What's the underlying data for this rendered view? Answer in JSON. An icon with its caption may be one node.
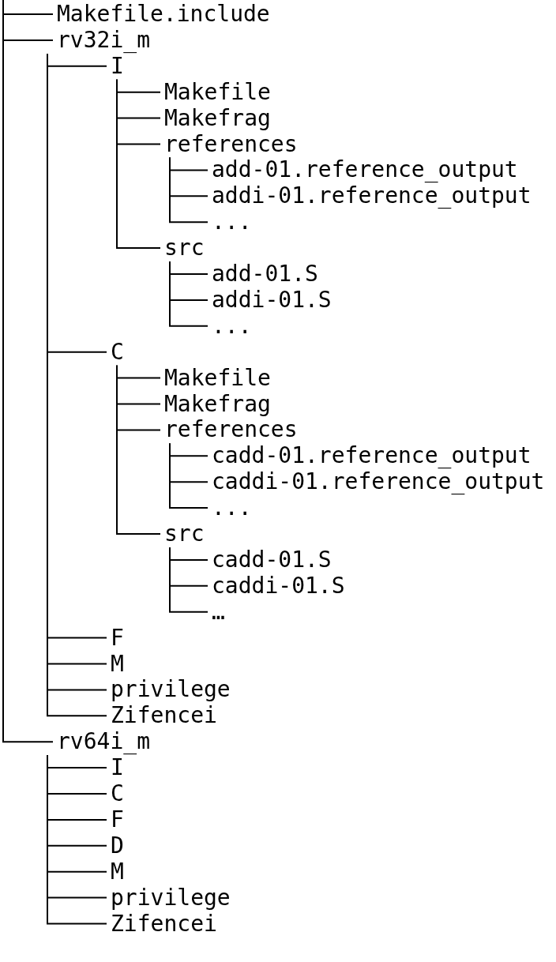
{
  "diagram": {
    "nodes": [
      {
        "text": [
          "Makefile.include"
        ]
      },
      {
        "text": [
          "rv32i_m"
        ]
      },
      {
        "text": [
          "I"
        ]
      },
      {
        "text": [
          "Makefile"
        ]
      },
      {
        "text": [
          "Makefrag"
        ]
      },
      {
        "text": [
          "references"
        ]
      },
      {
        "text": [
          "add-01.reference_output"
        ]
      },
      {
        "text": [
          "addi-01.reference_output"
        ]
      },
      {
        "text": [
          "..."
        ]
      },
      {
        "text": [
          "src"
        ]
      },
      {
        "text": [
          "add-01.S"
        ]
      },
      {
        "text": [
          "addi-01.S"
        ]
      },
      {
        "text": [
          "..."
        ]
      },
      {
        "text": [
          "C"
        ]
      },
      {
        "text": [
          "Makefile"
        ]
      },
      {
        "text": [
          "Makefrag"
        ]
      },
      {
        "text": [
          "references"
        ]
      },
      {
        "text": [
          "cadd-01.reference_output"
        ]
      },
      {
        "text": [
          "caddi-01.reference_output"
        ]
      },
      {
        "text": [
          "..."
        ]
      },
      {
        "text": [
          "src"
        ]
      },
      {
        "text": [
          "cadd-01.S"
        ]
      },
      {
        "text": [
          "caddi-01.S"
        ]
      },
      {
        "text": [
          "…"
        ]
      },
      {
        "text": [
          "F"
        ]
      },
      {
        "text": [
          "M"
        ]
      },
      {
        "text": [
          "privilege"
        ]
      },
      {
        "text": [
          "Zifencei"
        ]
      },
      {
        "text": [
          "rv64i_m"
        ]
      },
      {
        "text": [
          "I"
        ]
      },
      {
        "text": [
          "C"
        ]
      },
      {
        "text": [
          "F"
        ]
      },
      {
        "text": [
          "D"
        ]
      },
      {
        "text": [
          "M"
        ]
      },
      {
        "text": [
          "privilege"
        ]
      },
      {
        "text": [
          "Zifencei"
        ]
      }
    ],
    "edges": [
      {
        "from": null,
        "to": 0,
        "arrow": "none"
      },
      {
        "from": null,
        "to": 1,
        "arrow": "none"
      },
      {
        "from": 1,
        "to": 2,
        "arrow": "none"
      },
      {
        "from": 2,
        "to": 3,
        "arrow": "none"
      },
      {
        "from": 2,
        "to": 4,
        "arrow": "none"
      },
      {
        "from": 2,
        "to": 5,
        "arrow": "none"
      },
      {
        "from": 5,
        "to": 6,
        "arrow": "none"
      },
      {
        "from": 5,
        "to": 7,
        "arrow": "none"
      },
      {
        "from": 5,
        "to": 8,
        "arrow": "none"
      },
      {
        "from": 2,
        "to": 9,
        "arrow": "none"
      },
      {
        "from": 9,
        "to": 10,
        "arrow": "none"
      },
      {
        "from": 9,
        "to": 11,
        "arrow": "none"
      },
      {
        "from": 9,
        "to": 12,
        "arrow": "none"
      },
      {
        "from": 1,
        "to": 13,
        "arrow": "none"
      },
      {
        "from": 13,
        "to": 14,
        "arrow": "none"
      },
      {
        "from": 13,
        "to": 15,
        "arrow": "none"
      },
      {
        "from": 13,
        "to": 16,
        "arrow": "none"
      },
      {
        "from": 16,
        "to": 17,
        "arrow": "none"
      },
      {
        "from": 16,
        "to": 18,
        "arrow": "none"
      },
      {
        "from": 16,
        "to": 19,
        "arrow": "none"
      },
      {
        "from": 13,
        "to": 20,
        "arrow": "none"
      },
      {
        "from": 20,
        "to": 21,
        "arrow": "none"
      },
      {
        "from": 20,
        "to": 22,
        "arrow": "none"
      },
      {
        "from": 20,
        "to": 23,
        "arrow": "none"
      },
      {
        "from": 1,
        "to": 24,
        "arrow": "none"
      },
      {
        "from": 1,
        "to": 25,
        "arrow": "none"
      },
      {
        "from": 1,
        "to": 26,
        "arrow": "none"
      },
      {
        "from": 1,
        "to": 27,
        "arrow": "none"
      },
      {
        "from": null,
        "to": 28,
        "arrow": "none"
      },
      {
        "from": 28,
        "to": 29,
        "arrow": "none"
      },
      {
        "from": 28,
        "to": 30,
        "arrow": "none"
      },
      {
        "from": 28,
        "to": 31,
        "arrow": "none"
      },
      {
        "from": 28,
        "to": 32,
        "arrow": "none"
      },
      {
        "from": 28,
        "to": 33,
        "arrow": "none"
      },
      {
        "from": 28,
        "to": 34,
        "arrow": "none"
      },
      {
        "from": 28,
        "to": 35,
        "arrow": "none"
      }
    ]
  }
}
